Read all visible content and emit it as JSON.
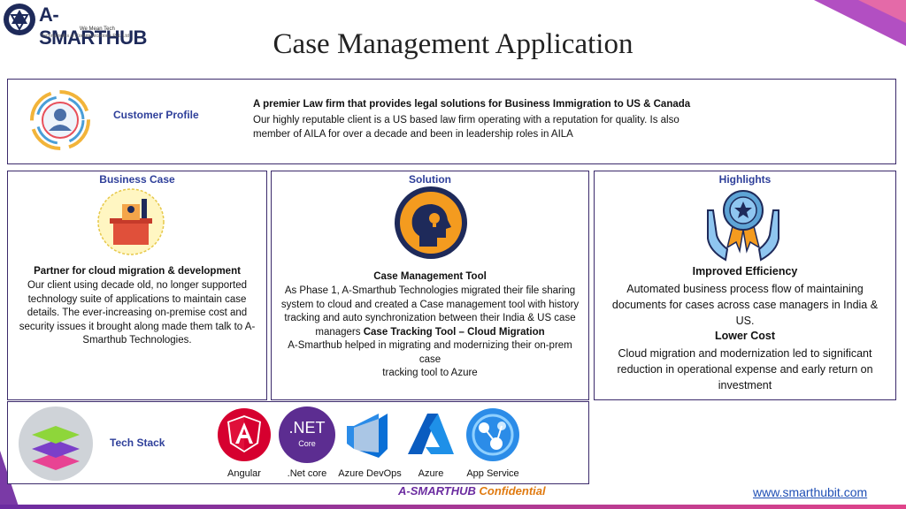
{
  "logo": {
    "brand": "A-SMARTHUB",
    "tagline": "We Mean Tech",
    "subtext": "Technologies & Communications Pvt. Ltd."
  },
  "page_title": "Case Management Application",
  "customer_profile": {
    "label": "Customer Profile",
    "title": "A premier Law firm that provides legal solutions for Business Immigration to US & Canada",
    "description": "Our highly reputable client is a US based law firm operating with a reputation for quality. Is also member of AILA for over a decade and been in leadership roles in AILA"
  },
  "business_case": {
    "header": "Business Case",
    "subtitle": "Partner for cloud migration & development",
    "body": "Our client using decade old, no longer supported technology suite of applications to maintain case details. The ever-increasing on-premise cost and security issues it brought along made them talk to A-Smarthub Technologies."
  },
  "solution": {
    "header": "Solution",
    "subtitle": "Case Management Tool",
    "body1": "As Phase 1, A-Smarthub Technologies migrated their file sharing system to cloud and created a Case management tool with history tracking and auto synchronization between their India & US case managers",
    "body1_bold": "Case Tracking Tool – Cloud Migration",
    "body2": "A-Smarthub helped in migrating and modernizing their on-prem case",
    "body3": "tracking tool to Azure"
  },
  "highlights": {
    "header": "Highlights",
    "h1": "Improved Efficiency",
    "t1": "Automated business process flow of maintaining documents for cases across case managers in India & US.",
    "h2": "Lower Cost",
    "t2": "Cloud migration and modernization led to significant reduction in operational expense and early return on investment"
  },
  "tech_stack": {
    "label": "Tech Stack",
    "items": [
      {
        "label": "Angular",
        "icon": "angular-icon"
      },
      {
        "label": ".Net core",
        "icon": "dotnet-icon",
        "logo_text": ".NET",
        "logo_sub": "Core"
      },
      {
        "label": "Azure DevOps",
        "icon": "azure-devops-icon"
      },
      {
        "label": "Azure",
        "icon": "azure-icon"
      },
      {
        "label": "App Service",
        "icon": "app-service-icon"
      }
    ]
  },
  "footer": {
    "brand": "A-SMARTHUB",
    "confidential": "Confidential",
    "website": "www.smarthubit.com"
  },
  "colors": {
    "heading_blue": "#2e3f9a",
    "border_purple": "#3b2a6b",
    "brand_purple": "#6b2ca0",
    "accent_orange": "#e07a10",
    "link_blue": "#1f4fb5"
  }
}
